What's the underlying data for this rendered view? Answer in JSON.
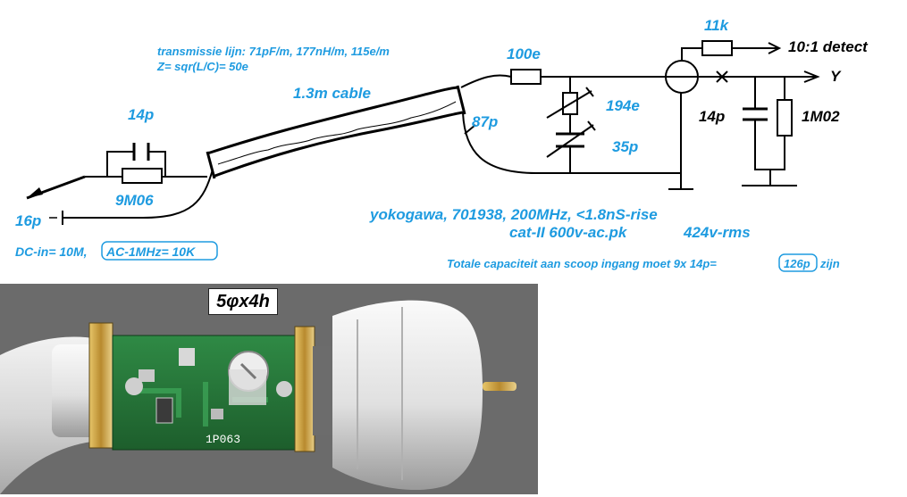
{
  "diagram": {
    "labels": {
      "transmission_line": "transmissie lijn: 71pF/m, 177nH/m, 115e/m",
      "impedance": "Z= sqr(L/C)= 50e",
      "cable": "1.3m cable",
      "cap_tip": "14p",
      "res_tip": "9M06",
      "cap_ground": "16p",
      "dc_in": "DC-in= 10M,",
      "ac_in": "AC-1MHz= 10K",
      "cable_cap": "87p",
      "res_series": "100e",
      "res_trim": "194e",
      "cap_trim": "35p",
      "res_detect": "11k",
      "detect": "10:1 detect",
      "output": "Y",
      "cap_scope": "14p",
      "res_scope": "1M02",
      "scope_model": "yokogawa, 701938, 200MHz, <1.8nS-rise",
      "rating": "cat-II 600v-ac.pk",
      "rating_rms": "424v-rms",
      "total_note_a": "Totale capaciteit aan scoop ingang moet 9x 14p=",
      "total_note_value": "126p",
      "total_note_b": "zijn"
    },
    "photo": {
      "trimmer_dimension": "5φx4h",
      "pcb_marking": "1P063"
    },
    "colors": {
      "label": "#1e9be0",
      "line": "#000000"
    }
  }
}
